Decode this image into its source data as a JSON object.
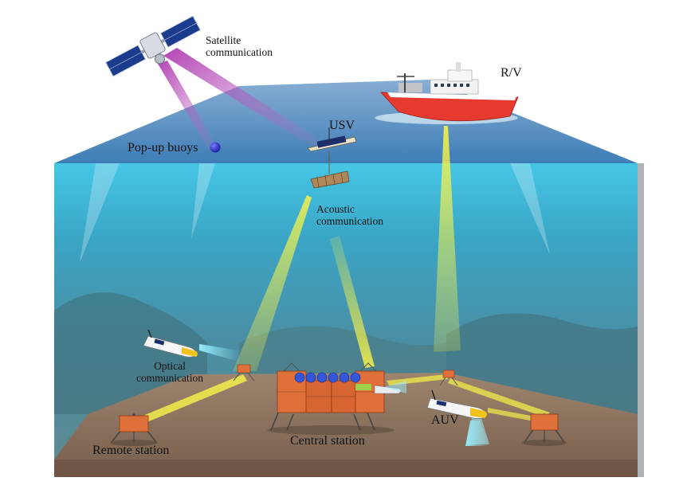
{
  "labels": {
    "satellite": [
      "Satellite",
      "communication"
    ],
    "rv": "R/V",
    "usv": "USV",
    "popup_buoys": "Pop-up buoys",
    "acoustic": [
      "Acoustic",
      "communication"
    ],
    "optical": [
      "Optical",
      "communication"
    ],
    "auv": "AUV",
    "central_station": "Central station",
    "remote_station": "Remote station"
  },
  "colors": {
    "sea_surface_top": "#6e9cc8",
    "sea_surface_bottom": "#3f7fb8",
    "water_top": "#2fb8d8",
    "water_bottom": "#4c8796",
    "seabed": "#8b7260",
    "satellite_beam": "#b040b0",
    "acoustic_beam": "#f2ee4a",
    "station_orange": "#e0703a",
    "ship_red": "#e63a2e",
    "auv_yellow": "#f2c21b",
    "buoy_blue": "#3a3ad0"
  }
}
